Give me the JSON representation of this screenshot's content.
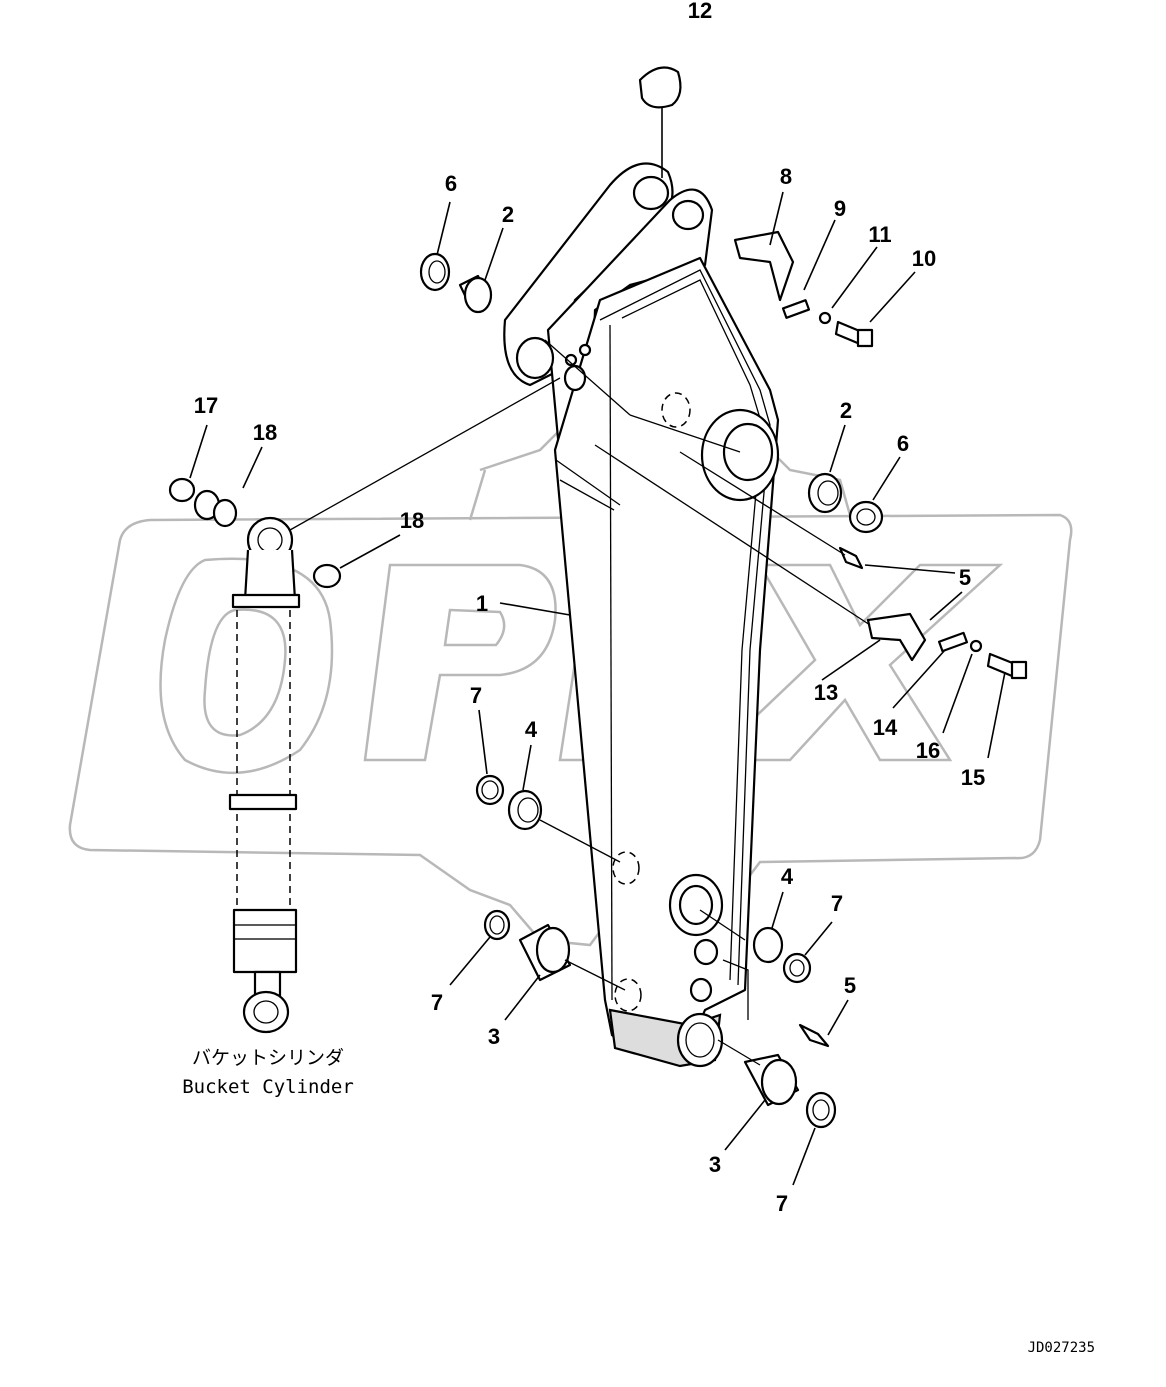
{
  "diagram": {
    "labels": {
      "l1": "1",
      "l2a": "2",
      "l2b": "2",
      "l3a": "3",
      "l3b": "3",
      "l4a": "4",
      "l4b": "4",
      "l5a": "5",
      "l5b": "5",
      "l6a": "6",
      "l6b": "6",
      "l7a": "7",
      "l7b": "7",
      "l7c": "7",
      "l7d": "7",
      "l8": "8",
      "l9": "9",
      "l10": "10",
      "l11": "11",
      "l12": "12",
      "l13": "13",
      "l14": "14",
      "l15": "15",
      "l16": "16",
      "l17": "17",
      "l18a": "18",
      "l18b": "18"
    },
    "bucket_cylinder_jp": "バケットシリンダ",
    "bucket_cylinder_en": "Bucket Cylinder",
    "watermark": "OPEX",
    "document_id": "JD027235"
  }
}
